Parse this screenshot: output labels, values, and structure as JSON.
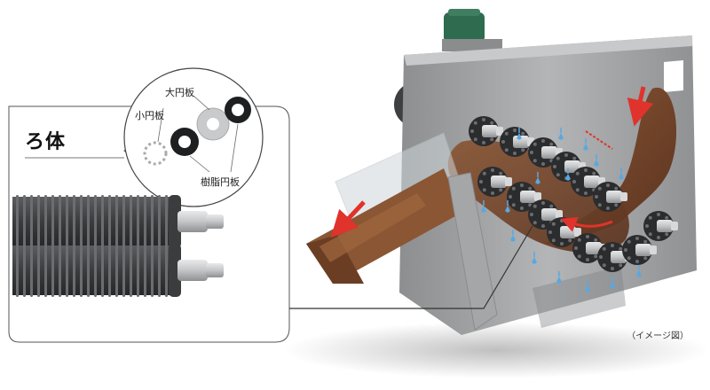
{
  "panel": {
    "title": "ろ体",
    "parts": {
      "small_disc": "小円板",
      "large_disc": "大円板",
      "resin_disc": "樹脂円板"
    }
  },
  "caption": "（イメージ図）",
  "colors": {
    "frame": "#9a9c9e",
    "frame_dark": "#6f7173",
    "sludge": "#7a4a2c",
    "sludge_dark": "#4e2c18",
    "arrow_red": "#e0332b",
    "water_blue": "#5aa8e0",
    "motor_green": "#2f6b4f"
  },
  "icons": [
    "motor-icon",
    "flow-arrow-icon",
    "water-drop-icon",
    "shaft-icon"
  ]
}
